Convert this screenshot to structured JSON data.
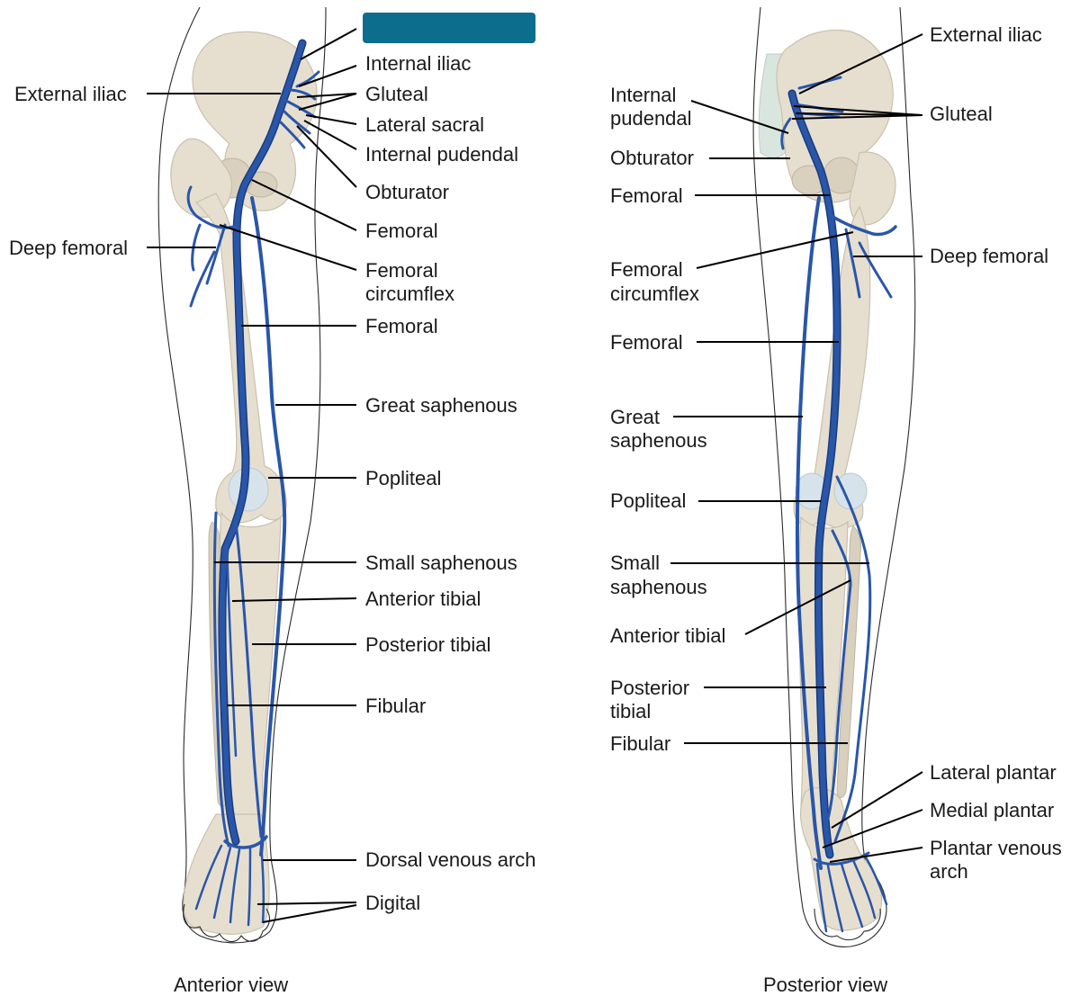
{
  "colors": {
    "vein": "#2a56a8",
    "bone": "#e6dfd0",
    "hidden_label_box": "#0c6e8c"
  },
  "anterior": {
    "view_label": "Anterior view",
    "hidden_label_box": "",
    "labels": {
      "external_iliac": "External iliac",
      "internal_iliac": "Internal iliac",
      "gluteal": "Gluteal",
      "lateral_sacral": "Lateral sacral",
      "internal_pudendal": "Internal pudendal",
      "obturator": "Obturator",
      "femoral_upper": "Femoral",
      "deep_femoral": "Deep femoral",
      "femoral_circumflex_1": "Femoral",
      "femoral_circumflex_2": "circumflex",
      "femoral_lower": "Femoral",
      "great_saphenous": "Great saphenous",
      "popliteal": "Popliteal",
      "small_saphenous": "Small saphenous",
      "anterior_tibial": "Anterior tibial",
      "posterior_tibial": "Posterior tibial",
      "fibular": "Fibular",
      "dorsal_venous_arch": "Dorsal venous arch",
      "digital": "Digital"
    }
  },
  "posterior": {
    "view_label": "Posterior view",
    "labels": {
      "external_iliac": "External iliac",
      "internal_pudendal_1": "Internal",
      "internal_pudendal_2": "pudendal",
      "gluteal": "Gluteal",
      "obturator": "Obturator",
      "femoral_upper": "Femoral",
      "deep_femoral": "Deep femoral",
      "femoral_circumflex_1": "Femoral",
      "femoral_circumflex_2": "circumflex",
      "femoral_lower": "Femoral",
      "great_saphenous_1": "Great",
      "great_saphenous_2": "saphenous",
      "popliteal": "Popliteal",
      "small_saphenous_1": "Small",
      "small_saphenous_2": "saphenous",
      "anterior_tibial": "Anterior tibial",
      "posterior_tibial_1": "Posterior",
      "posterior_tibial_2": "tibial",
      "fibular": "Fibular",
      "lateral_plantar": "Lateral plantar",
      "medial_plantar": "Medial plantar",
      "plantar_venous_arch_1": "Plantar venous",
      "plantar_venous_arch_2": "arch"
    }
  }
}
